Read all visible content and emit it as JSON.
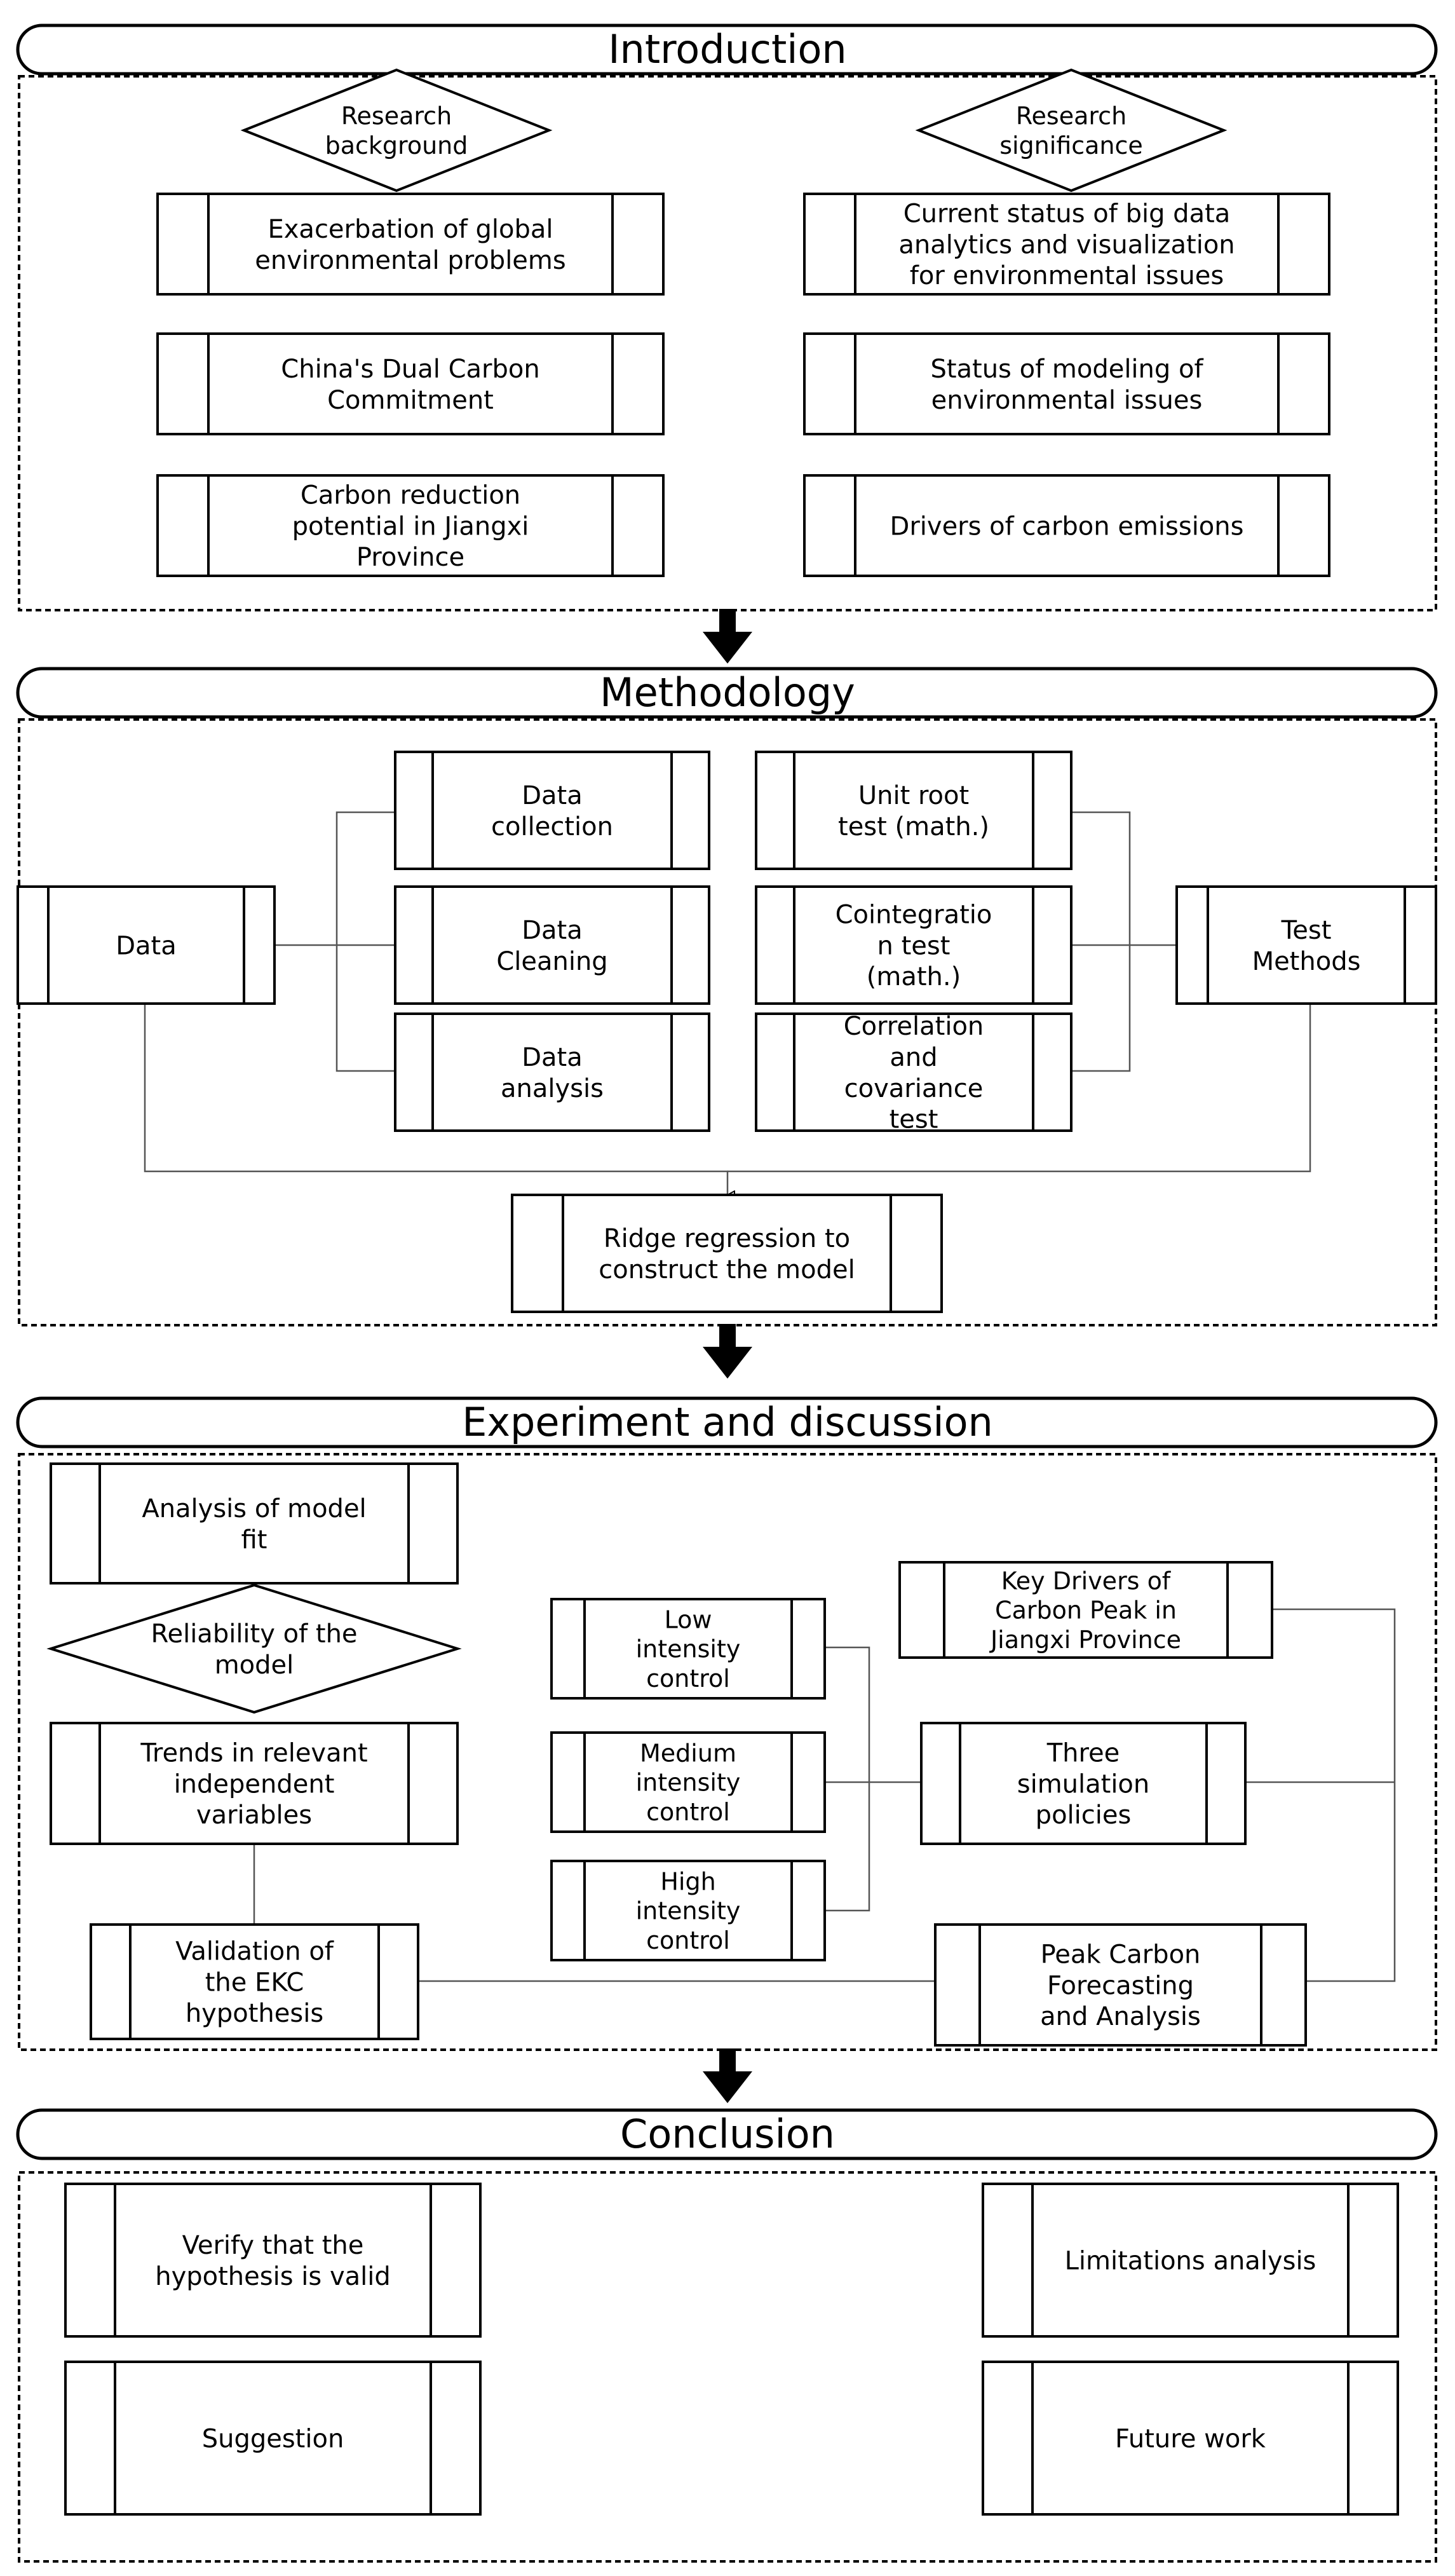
{
  "sections": {
    "introduction": "Introduction",
    "methodology": "Methodology",
    "experiment": "Experiment and discussion",
    "conclusion": "Conclusion"
  },
  "introduction": {
    "background_label": [
      "Research",
      "background"
    ],
    "significance_label": [
      "Research",
      "significance"
    ],
    "background_items": [
      [
        "Exacerbation of global",
        "environmental problems"
      ],
      [
        "China's Dual Carbon",
        "Commitment"
      ],
      [
        "Carbon reduction",
        "potential in Jiangxi",
        "Province"
      ]
    ],
    "significance_items": [
      [
        "Current status of big data",
        "analytics and visualization",
        "for environmental issues"
      ],
      [
        "Status of modeling of",
        "environmental issues"
      ],
      [
        "Drivers of carbon emissions"
      ]
    ]
  },
  "methodology": {
    "data": [
      "Data"
    ],
    "data_steps": [
      [
        "Data",
        "collection"
      ],
      [
        "Data",
        "Cleaning"
      ],
      [
        "Data",
        "analysis"
      ]
    ],
    "tests": [
      [
        "Unit root",
        "test (math.)"
      ],
      [
        "Cointegratio",
        "n test",
        "(math.)"
      ],
      [
        "Correlation",
        "and",
        "covariance",
        "test"
      ]
    ],
    "test_methods": [
      "Test",
      "Methods"
    ],
    "model": [
      "Ridge regression to",
      "construct the model"
    ]
  },
  "experiment": {
    "model_fit": [
      "Analysis of model",
      "fit"
    ],
    "reliability": [
      "Reliability of the",
      "model"
    ],
    "trends": [
      "Trends in relevant",
      "independent",
      "variables"
    ],
    "ekc": [
      "Validation of",
      "the EKC",
      "hypothesis"
    ],
    "low": [
      "Low",
      "intensity",
      "control"
    ],
    "medium": [
      "Medium",
      "intensity",
      "control"
    ],
    "high": [
      "High",
      "intensity",
      "control"
    ],
    "key_drivers": [
      "Key Drivers of",
      "Carbon Peak in",
      "Jiangxi Province"
    ],
    "policies": [
      "Three",
      "simulation",
      "policies"
    ],
    "peak": [
      "Peak Carbon",
      "Forecasting",
      "and Analysis"
    ]
  },
  "conclusion": {
    "verify": [
      "Verify that the",
      "hypothesis is valid"
    ],
    "limitations": [
      "Limitations analysis"
    ],
    "suggestion": [
      "Suggestion"
    ],
    "future": [
      "Future work"
    ]
  }
}
